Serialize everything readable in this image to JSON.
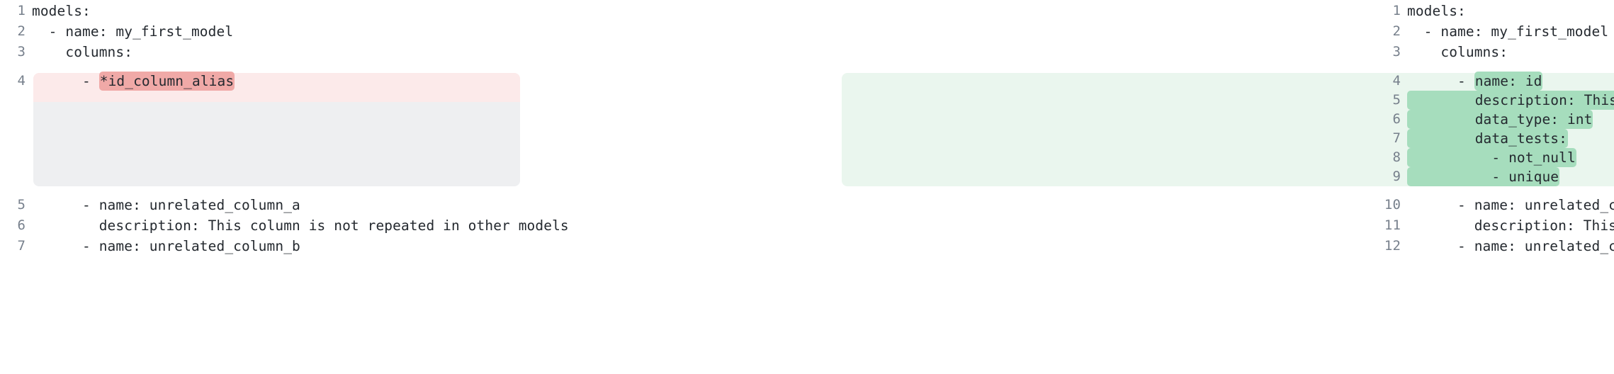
{
  "view": {
    "type": "side-by-side-diff",
    "language": "yaml",
    "colors": {
      "deleted_block_bg": "#fceaea",
      "deleted_word_bg": "#f0a9a7",
      "placeholder_bg": "#eeeff1",
      "added_block_bg": "#eaf6ee",
      "added_word_bg": "#a6ddbd",
      "text": "#24292f",
      "line_number": "#77808c",
      "page_bg": "#ffffff"
    }
  },
  "panes": {
    "left": {
      "name": "before",
      "lines": [
        {
          "number": "1",
          "prefix": "models:",
          "highlight": "",
          "suffix": "",
          "state": "context"
        },
        {
          "number": "2",
          "prefix": "  - name: my_first_model",
          "highlight": "",
          "suffix": "",
          "state": "context"
        },
        {
          "number": "3",
          "prefix": "    columns:",
          "highlight": "",
          "suffix": "",
          "state": "context"
        },
        {
          "number": "4",
          "prefix": "      - ",
          "highlight": "*id_column_alias",
          "suffix": "",
          "state": "deleted"
        },
        {
          "number": "5",
          "prefix": "      - name: unrelated_column_a",
          "highlight": "",
          "suffix": "",
          "state": "context"
        },
        {
          "number": "6",
          "prefix": "        description: This column is not repeated in other models",
          "highlight": "",
          "suffix": "",
          "state": "context"
        },
        {
          "number": "7",
          "prefix": "      - name: unrelated_column_b",
          "highlight": "",
          "suffix": "",
          "state": "context"
        }
      ]
    },
    "right": {
      "name": "after",
      "lines": [
        {
          "number": "1",
          "prefix": "models:",
          "highlight": "",
          "suffix": "",
          "state": "context"
        },
        {
          "number": "2",
          "prefix": "  - name: my_first_model",
          "highlight": "",
          "suffix": "",
          "state": "context"
        },
        {
          "number": "3",
          "prefix": "    columns:",
          "highlight": "",
          "suffix": "",
          "state": "context"
        },
        {
          "number": "4",
          "prefix": "      - ",
          "highlight": "name: id",
          "suffix": "",
          "state": "added"
        },
        {
          "number": "5",
          "prefix": "",
          "highlight": "        description: This is a unique identifier.",
          "suffix": "",
          "state": "added"
        },
        {
          "number": "6",
          "prefix": "",
          "highlight": "        data_type: int",
          "suffix": "",
          "state": "added"
        },
        {
          "number": "7",
          "prefix": "",
          "highlight": "        data_tests:",
          "suffix": "",
          "state": "added"
        },
        {
          "number": "8",
          "prefix": "",
          "highlight": "          - not_null",
          "suffix": "",
          "state": "added"
        },
        {
          "number": "9",
          "prefix": "",
          "highlight": "          - unique",
          "suffix": "",
          "state": "added"
        },
        {
          "number": "10",
          "prefix": "      - name: unrelated_column_a",
          "highlight": "",
          "suffix": "",
          "state": "context"
        },
        {
          "number": "11",
          "prefix": "        description: This column is not repeated in other models",
          "highlight": "",
          "suffix": "",
          "state": "context"
        },
        {
          "number": "12",
          "prefix": "      - name: unrelated_column_b",
          "highlight": "",
          "suffix": "",
          "state": "context"
        }
      ]
    }
  }
}
